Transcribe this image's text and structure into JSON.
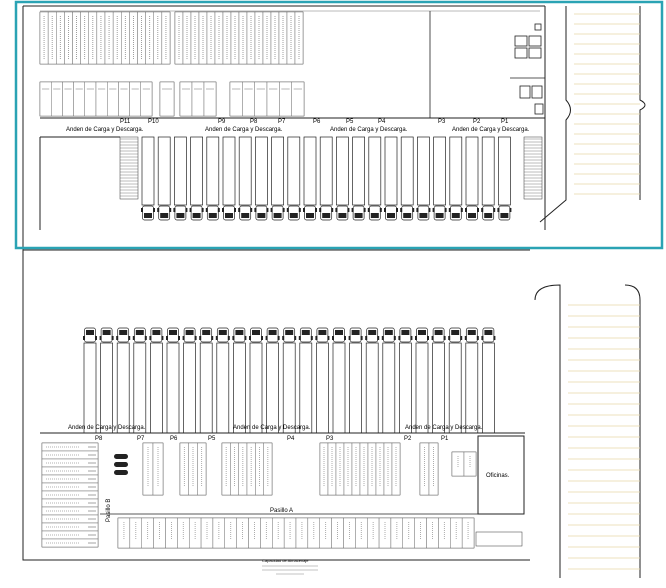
{
  "colors": {
    "line": "#222222",
    "thin": "#555555",
    "highlight": "#2aa3b4",
    "parking": "#e6d9a8"
  },
  "top_section": {
    "dock_label_left": "Anden de Carga y Descarga.",
    "dock_label_mid": "Anden de Carga y Descarga.",
    "dock_label_center": "Anden de Carga y Descarga.",
    "dock_label_right": "Anden de Carga y Descarga.",
    "doors": [
      "P11",
      "P10",
      "P9",
      "P8",
      "P7",
      "P6",
      "P5",
      "P4",
      "P3",
      "P2",
      "P1"
    ]
  },
  "bottom_section": {
    "dock_label_left": "Anden de Carga y Descarga.",
    "dock_label_mid": "Anden de Carga y Descarga.",
    "dock_label_right": "Anden de Carga y Descarga.",
    "doors": [
      "P8",
      "P7",
      "P6",
      "P5",
      "P4",
      "P3",
      "P2",
      "P1"
    ],
    "aisle_a": "Pasillo A",
    "aisle_b": "Pasillo B",
    "office": "Oficinas."
  },
  "footer": {
    "capacity_title": "Capacidad de Almacenaje"
  }
}
